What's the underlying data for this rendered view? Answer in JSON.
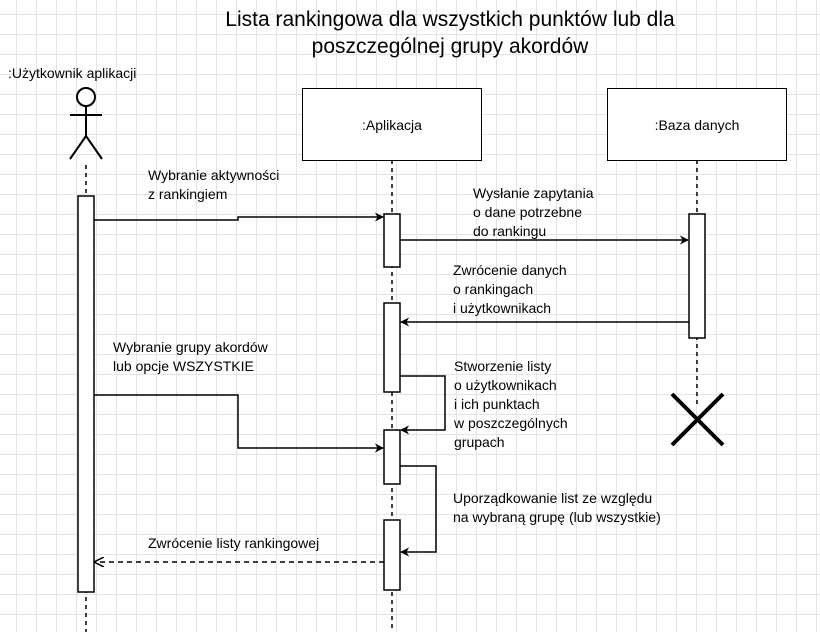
{
  "title": {
    "line1": "Lista rankingowa dla wszystkich punktów lub dla",
    "line2": "poszczególnej grupy akordów"
  },
  "actor": {
    "label": ":Użytkownik aplikacji",
    "icon": "stick-figure-icon"
  },
  "lifelines": {
    "app": ":Aplikacja",
    "db": ":Baza danych"
  },
  "messages": {
    "m1": [
      "Wybranie aktywności",
      "z rankingiem"
    ],
    "m2": [
      "Wysłanie zapytania",
      "o dane potrzebne",
      "do rankingu"
    ],
    "m3": [
      "Zwrócenie danych",
      "o rankingach",
      "i użytkownikach"
    ],
    "m4": [
      "Wybranie grupy akordów",
      "lub opcje WSZYSTKIE"
    ],
    "m5": [
      "Stworzenie listy",
      "o użytkownikach",
      "i ich punktach",
      "w poszczególnych",
      "grupach"
    ],
    "m6": [
      "Uporządkowanie list ze względu",
      "na wybraną grupę (lub wszystkie)"
    ],
    "m7": [
      "Zwrócenie listy rankingowej"
    ]
  }
}
